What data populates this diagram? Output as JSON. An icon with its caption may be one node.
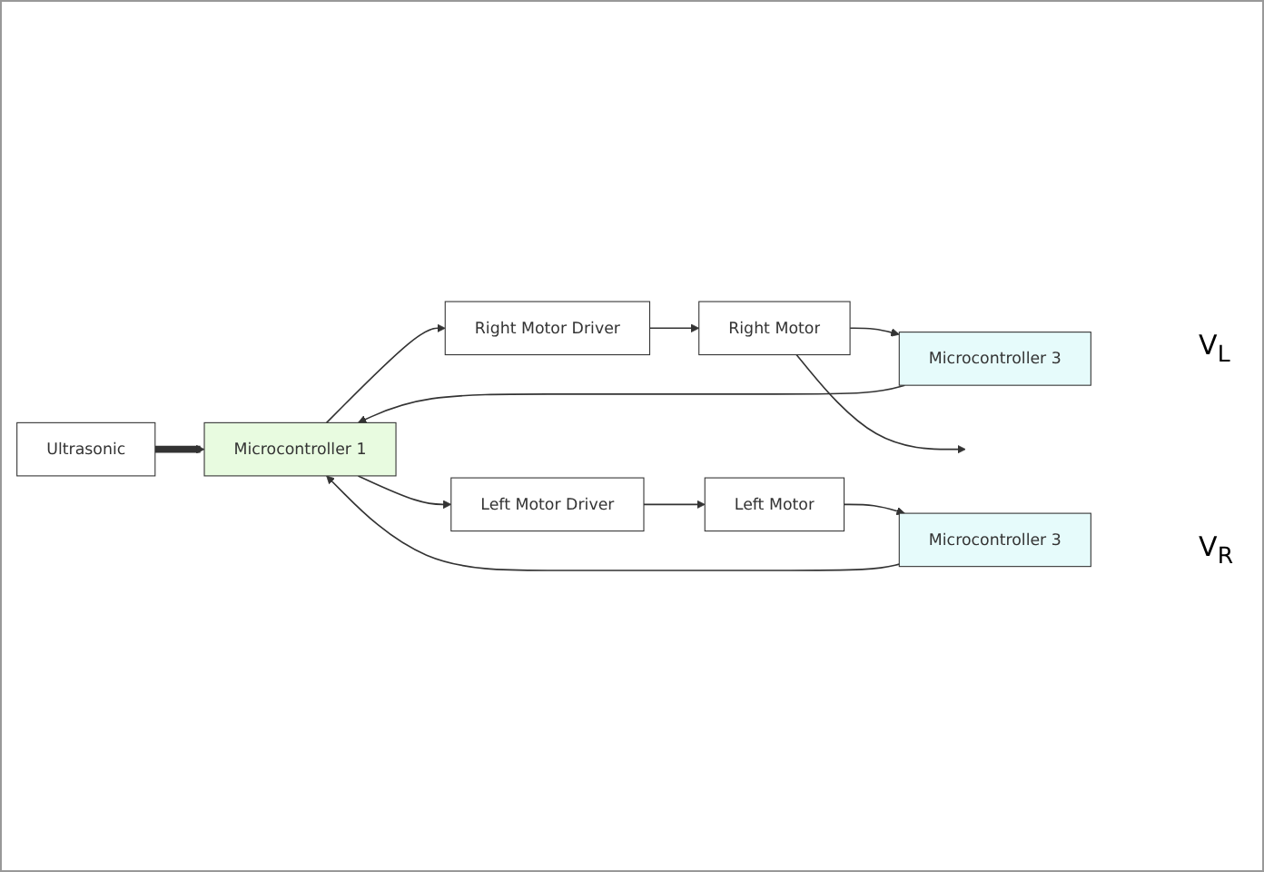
{
  "diagram": {
    "nodes": [
      {
        "text": [
          "Ultrasonic"
        ]
      },
      {
        "text": [
          "Microcontroller 1"
        ]
      },
      {
        "text": [
          "Microcontroller 3"
        ]
      },
      {
        "text": [
          "Right Motor Driver"
        ]
      },
      {
        "text": [
          "Right Motor"
        ]
      },
      {
        "text": [
          "Left Motor Driver"
        ]
      },
      {
        "text": [
          "Left Motor"
        ]
      },
      {
        "text": [
          "Microcontroller 3"
        ]
      }
    ],
    "edges": [
      {
        "from": 0,
        "to": 1,
        "arrow": "to",
        "style": "thick"
      },
      {
        "from": 2,
        "to": 1,
        "arrow": "to"
      },
      {
        "from": 1,
        "to": 3,
        "arrow": "to"
      },
      {
        "from": 1,
        "to": 5,
        "arrow": "to"
      },
      {
        "from": 3,
        "to": 4,
        "arrow": "to"
      },
      {
        "from": 5,
        "to": 6,
        "arrow": "to"
      },
      {
        "from": 4,
        "to": 2,
        "arrow": "to"
      },
      {
        "from": 4,
        "to": null,
        "arrow": "to"
      },
      {
        "from": 6,
        "to": 7,
        "arrow": "to"
      },
      {
        "from": 7,
        "to": 1,
        "arrow": "to"
      }
    ],
    "labels": [
      "V$_{L}$",
      "V$_{R}$"
    ]
  }
}
